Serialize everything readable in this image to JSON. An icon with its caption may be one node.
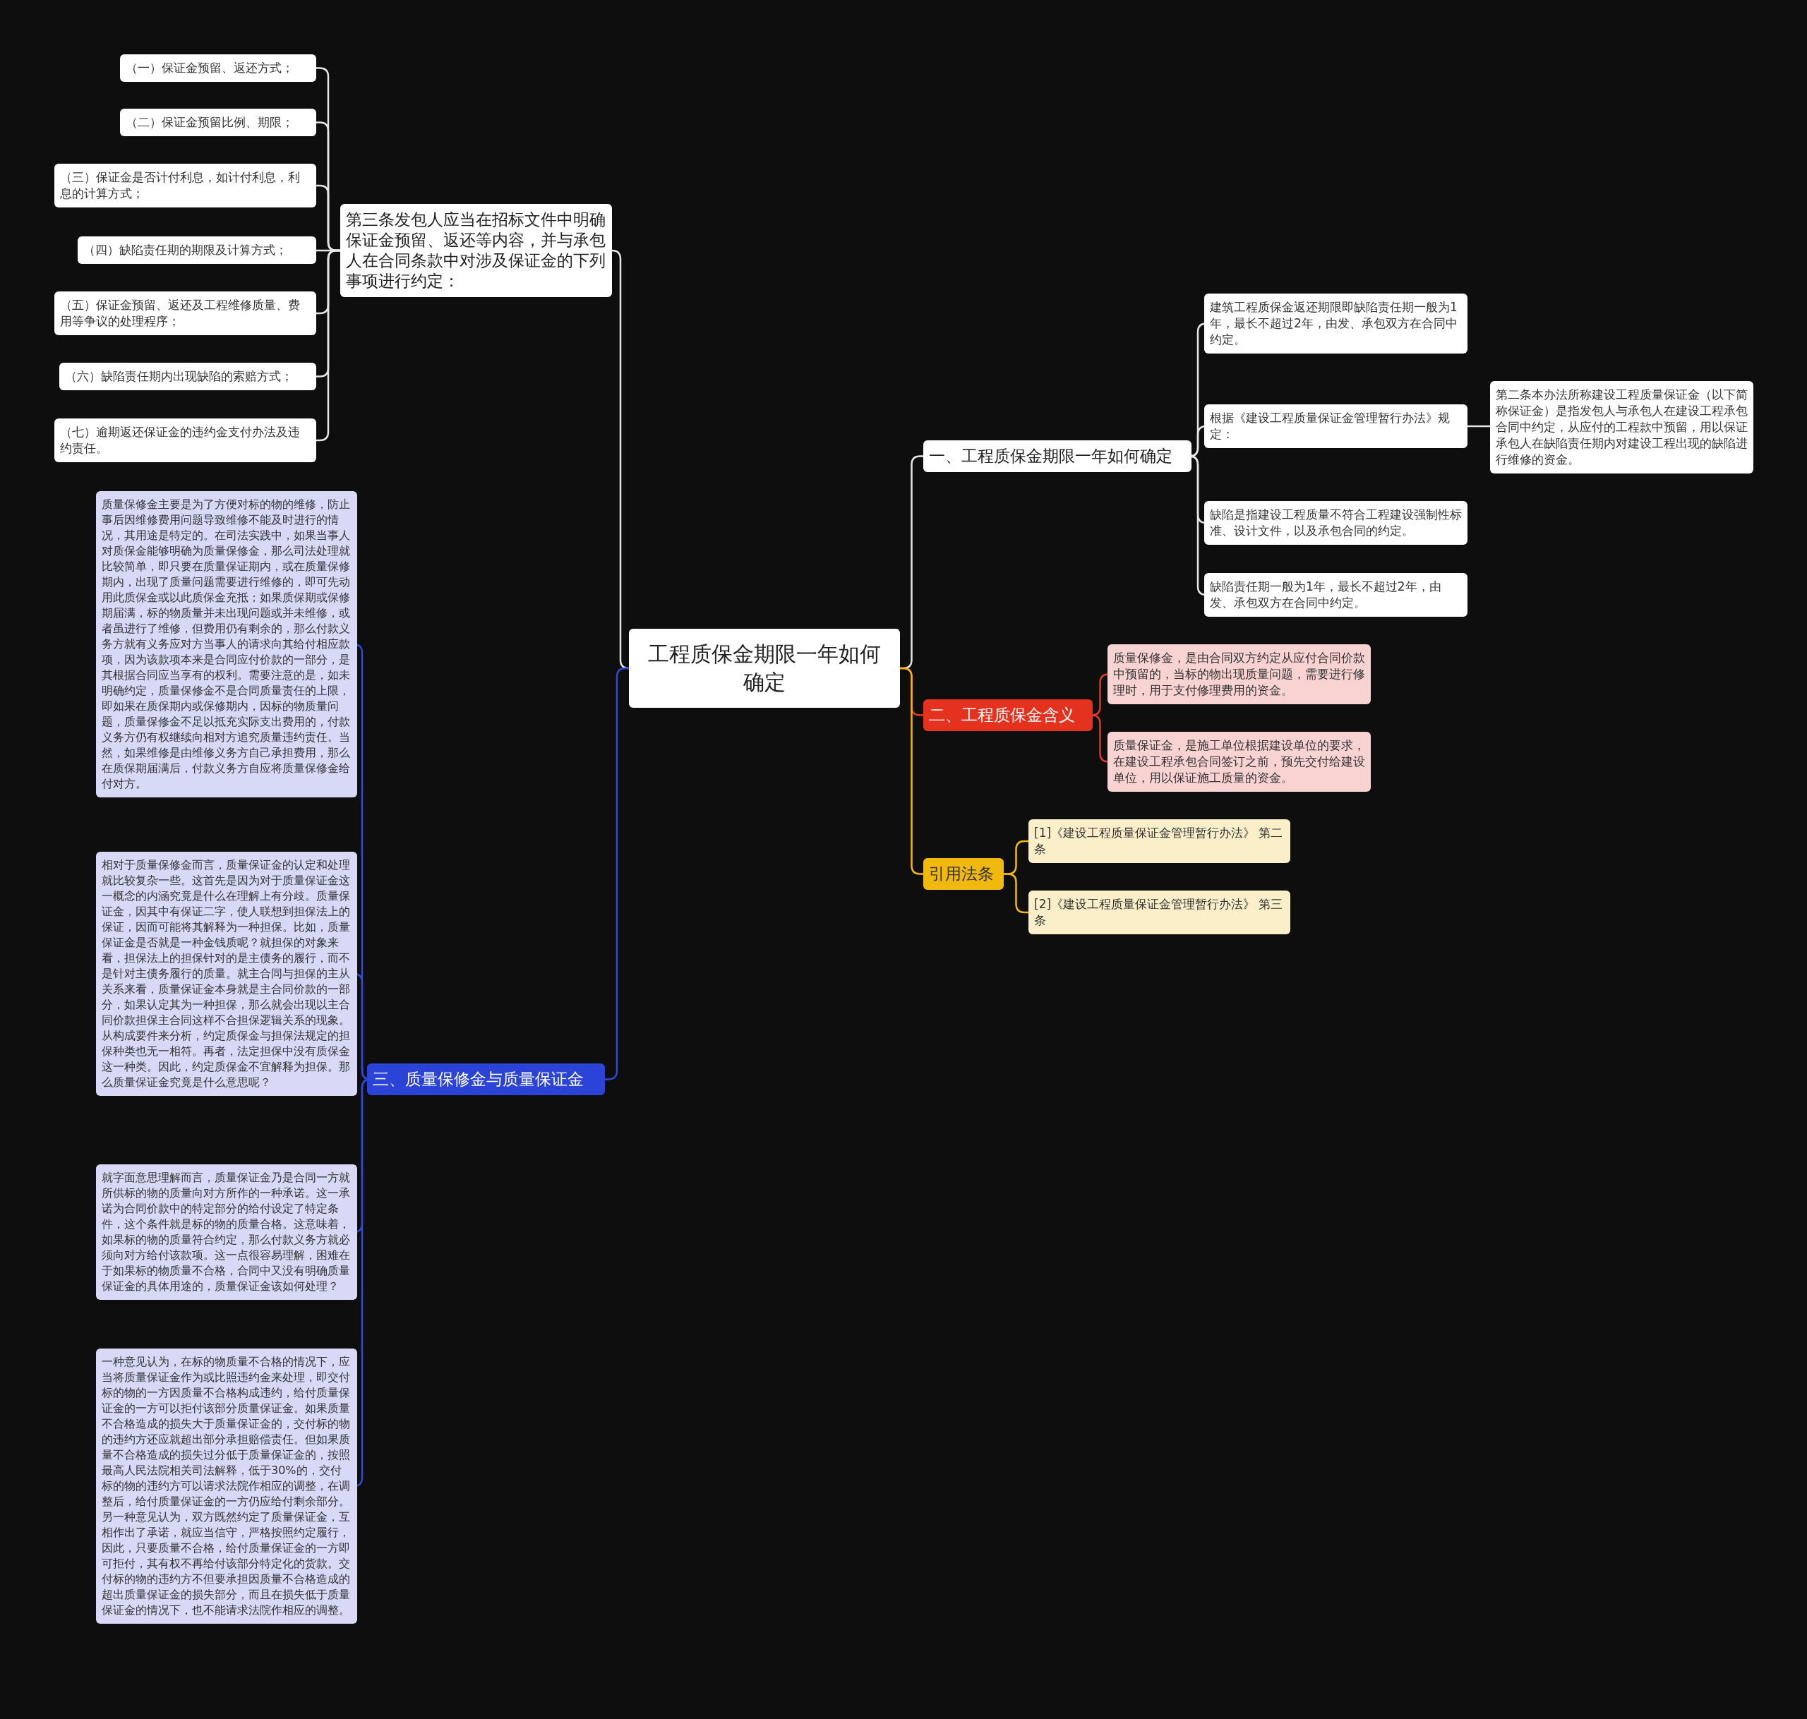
{
  "diagram": {
    "nodes": [
      {
        "text": [
          "工程质保金期限一年如何确定"
        ]
      },
      {
        "text": [
          "一、工程质保金期限一年如何确定"
        ]
      },
      {
        "text": [
          "建筑工程质保金返还期限即缺陷责任期一般为1年，最长不超过2年，由发、承包双方在合同中约定。"
        ]
      },
      {
        "text": [
          "根据《建设工程质量保证金管理暂行办法》规定："
        ]
      },
      {
        "text": [
          "第二条本办法所称建设工程质量保证金（以下简称保证金）是指发包人与承包人在建设工程承包合同中约定，从应付的工程款中预留，用以保证承包人在缺陷责任期内对建设工程出现的缺陷进行维修的资金。"
        ]
      },
      {
        "text": [
          "缺陷是指建设工程质量不符合工程建设强制性标准、设计文件，以及承包合同的约定。"
        ]
      },
      {
        "text": [
          "缺陷责任期一般为1年，最长不超过2年，由发、承包双方在合同中约定。"
        ]
      },
      {
        "text": [
          "二、工程质保金含义"
        ]
      },
      {
        "text": [
          "质量保修金，是由合同双方约定从应付合同价款中预留的，当标的物出现质量问题，需要进行修理时，用于支付修理费用的资金。"
        ]
      },
      {
        "text": [
          "质量保证金，是施工单位根据建设单位的要求，在建设工程承包合同签订之前，预先交付给建设单位，用以保证施工质量的资金。"
        ]
      },
      {
        "text": [
          "引用法条"
        ]
      },
      {
        "text": [
          "[1]《建设工程质量保证金管理暂行办法》 第二条"
        ]
      },
      {
        "text": [
          "[2]《建设工程质量保证金管理暂行办法》 第三条"
        ]
      },
      {
        "text": [
          "第三条发包人应当在招标文件中明确保证金预留、返还等内容，并与承包人在合同条款中对涉及保证金的下列事项进行约定："
        ]
      },
      {
        "text": [
          "（一）保证金预留、返还方式；"
        ]
      },
      {
        "text": [
          "（二）保证金预留比例、期限；"
        ]
      },
      {
        "text": [
          "（三）保证金是否计付利息，如计付利息，利息的计算方式；"
        ]
      },
      {
        "text": [
          "（四）缺陷责任期的期限及计算方式；"
        ]
      },
      {
        "text": [
          "（五）保证金预留、返还及工程维修质量、费用等争议的处理程序；"
        ]
      },
      {
        "text": [
          "（六）缺陷责任期内出现缺陷的索赔方式；"
        ]
      },
      {
        "text": [
          "（七）逾期返还保证金的违约金支付办法及违约责任。"
        ]
      },
      {
        "text": [
          "三、质量保修金与质量保证金"
        ]
      },
      {
        "text": [
          "质量保修金主要是为了方便对标的物的维修，防止事后因维修费用问题导致维修不能及时进行的情况，其用途是特定的。在司法实践中，如果当事人对质保金能够明确为质量保修金，那么司法处理就比较简单，即只要在质量保证期内，或在质量保修期内，出现了质量问题需要进行维修的，即可先动用此质保金或以此质保金充抵；如果质保期或保修期届满，标的物质量并未出现问题或并未维修，或者虽进行了维修，但费用仍有剩余的，那么付款义务方就有义务应对方当事人的请求向其给付相应款项，因为该款项本来是合同应付价款的一部分，是其根据合同应当享有的权利。需要注意的是，如未明确约定，质量保修金不是合同质量责任的上限，即如果在质保期内或保修期内，因标的物质量问题，质量保修金不足以抵充实际支出费用的，付款义务方仍有权继续向相对方追究质量违约责任。当然，如果维修是由维修义务方自己承担费用，那么在质保期届满后，付款义务方自应将质量保修金给付对方。"
        ]
      },
      {
        "text": [
          "相对于质量保修金而言，质量保证金的认定和处理就比较复杂一些。这首先是因为对于质量保证金这一概念的内涵究竟是什么在理解上有分歧。质量保证金，因其中有保证二字，使人联想到担保法上的保证，因而可能将其解释为一种担保。比如，质量保证金是否就是一种金钱质呢？就担保的对象来看，担保法上的担保针对的是主债务的履行，而不是针对主债务履行的质量。就主合同与担保的主从关系来看，质量保证金本身就是主合同价款的一部分，如果认定其为一种担保，那么就会出现以主合同价款担保主合同这样不合担保逻辑关系的现象。从构成要件来分析，约定质保金与担保法规定的担保种类也无一相符。再者，法定担保中没有质保金这一种类。因此，约定质保金不宜解释为担保。那么质量保证金究竟是什么意思呢？"
        ]
      },
      {
        "text": [
          "就字面意思理解而言，质量保证金乃是合同一方就所供标的物的质量向对方所作的一种承诺。这一承诺为合同价款中的特定部分的给付设定了特定条件，这个条件就是标的物的质量合格。这意味着，如果标的物的质量符合约定，那么付款义务方就必须向对方给付该款项。这一点很容易理解，困难在于如果标的物质量不合格，合同中又没有明确质量保证金的具体用途的，质量保证金该如何处理？"
        ]
      },
      {
        "text": [
          "一种意见认为，在标的物质量不合格的情况下，应当将质量保证金作为或比照违约金来处理，即交付标的物的一方因质量不合格构成违约，给付质量保证金的一方可以拒付该部分质量保证金。如果质量不合格造成的损失大于质量保证金的，交付标的物的违约方还应就超出部分承担赔偿责任。但如果质量不合格造成的损失过分低于质量保证金的，按照最高人民法院相关司法解释，低于30%的，交付标的物的违约方可以请求法院作相应的调整，在调整后，给付质量保证金的一方仍应给付剩余部分。另一种意见认为，双方既然约定了质量保证金，互相作出了承诺，就应当信守，严格按照约定履行，因此，只要质量不合格，给付质量保证金的一方即可拒付，其有权不再给付该部分特定化的货款。交付标的物的违约方不但要承担因质量不合格造成的超出质量保证金的损失部分，而且在损失低于质量保证金的情况下，也不能请求法院作相应的调整。"
        ]
      }
    ],
    "edges": [
      {
        "from": 0,
        "to": 1,
        "arrow": "none"
      },
      {
        "from": 1,
        "to": 2,
        "arrow": "none"
      },
      {
        "from": 1,
        "to": 3,
        "arrow": "none"
      },
      {
        "from": 3,
        "to": 4,
        "arrow": "none"
      },
      {
        "from": 1,
        "to": 5,
        "arrow": "none"
      },
      {
        "from": 1,
        "to": 6,
        "arrow": "none"
      },
      {
        "from": 0,
        "to": 7,
        "arrow": "none",
        "color": "#e03a26"
      },
      {
        "from": 7,
        "to": 8,
        "arrow": "none",
        "color": "#e03a26"
      },
      {
        "from": 7,
        "to": 9,
        "arrow": "none",
        "color": "#e03a26"
      },
      {
        "from": 0,
        "to": 10,
        "arrow": "none",
        "color": "#f0b90b"
      },
      {
        "from": 10,
        "to": 11,
        "arrow": "none",
        "color": "#f0b90b"
      },
      {
        "from": 10,
        "to": 12,
        "arrow": "none",
        "color": "#f0b90b"
      },
      {
        "from": 0,
        "to": 13,
        "arrow": "none"
      },
      {
        "from": 13,
        "to": 14,
        "arrow": "none"
      },
      {
        "from": 13,
        "to": 15,
        "arrow": "none"
      },
      {
        "from": 13,
        "to": 16,
        "arrow": "none"
      },
      {
        "from": 13,
        "to": 17,
        "arrow": "none"
      },
      {
        "from": 13,
        "to": 18,
        "arrow": "none"
      },
      {
        "from": 13,
        "to": 19,
        "arrow": "none"
      },
      {
        "from": 13,
        "to": 20,
        "arrow": "none"
      },
      {
        "from": 0,
        "to": 21,
        "arrow": "none",
        "color": "#2f48d8"
      },
      {
        "from": 21,
        "to": 22,
        "arrow": "none",
        "color": "#2f48d8"
      },
      {
        "from": 21,
        "to": 23,
        "arrow": "none",
        "color": "#2f48d8"
      },
      {
        "from": 21,
        "to": 24,
        "arrow": "none",
        "color": "#2f48d8"
      },
      {
        "from": 21,
        "to": 25,
        "arrow": "none",
        "color": "#2f48d8"
      }
    ]
  }
}
